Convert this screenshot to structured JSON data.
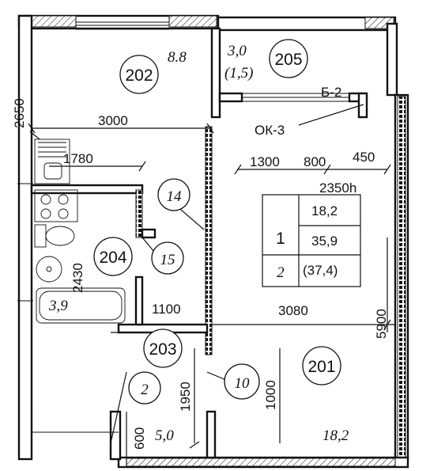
{
  "rooms": {
    "r202": {
      "number": "202",
      "area": "8.8"
    },
    "r205": {
      "number": "205",
      "area": "3,0",
      "area_reduced": "(1,5)"
    },
    "r204": {
      "number": "204",
      "area": "3,9"
    },
    "r203": {
      "number": "203",
      "area": "5,0"
    },
    "r201": {
      "number": "201",
      "area": "18,2"
    }
  },
  "dimensions": {
    "d2650": "2650",
    "d3000": "3000",
    "d1780": "1780",
    "d1300": "1300",
    "d800": "800",
    "d450": "450",
    "d2350h": "2350h",
    "d2430": "2430",
    "d1100": "1100",
    "d3080": "3080",
    "d5900": "5900",
    "d1950": "1950",
    "d1000": "1000",
    "d600": "600"
  },
  "door_codes": {
    "d14": "14",
    "d15": "15",
    "d2": "2",
    "d10": "10"
  },
  "marks": {
    "b2": "Б-2",
    "ok3": "ОК-3"
  },
  "summary": {
    "rooms_count": "1",
    "level": "2",
    "living_area": "18,2",
    "total_area": "35,9",
    "total_area_reduced": "(37,4)"
  }
}
